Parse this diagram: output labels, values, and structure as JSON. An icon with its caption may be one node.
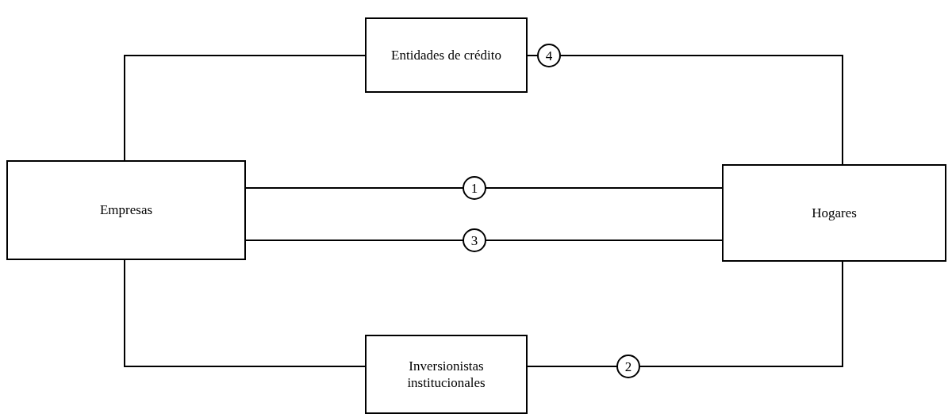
{
  "diagram": {
    "nodes": [
      {
        "text": [
          "Entidades de crédito"
        ]
      },
      {
        "text": [
          "Empresas"
        ]
      },
      {
        "text": [
          "Hogares"
        ]
      },
      {
        "text": [
          "Inversionistas institucionales"
        ]
      }
    ],
    "edges": [
      {
        "from": 1,
        "to": 0,
        "arrow": "none"
      },
      {
        "from": 0,
        "to": 2,
        "arrow": "none",
        "label": "4"
      },
      {
        "from": 1,
        "to": 2,
        "arrow": "none",
        "label": "1"
      },
      {
        "from": 1,
        "to": 2,
        "arrow": "none",
        "label": "3"
      },
      {
        "from": 1,
        "to": 3,
        "arrow": "none"
      },
      {
        "from": 3,
        "to": 2,
        "arrow": "none",
        "label": "2"
      }
    ]
  }
}
